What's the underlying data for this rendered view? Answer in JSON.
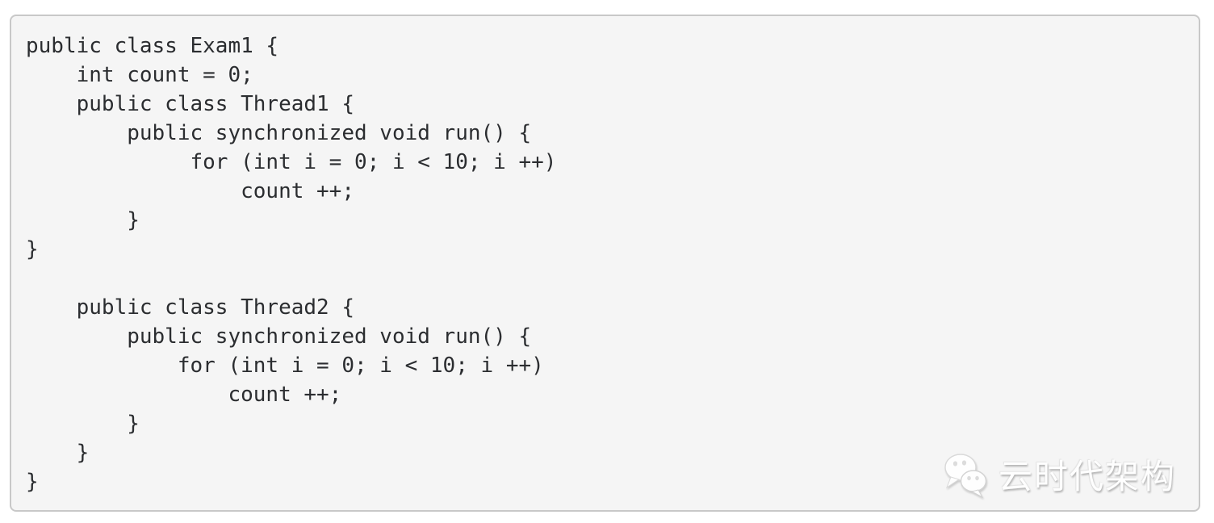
{
  "code": {
    "language": "java",
    "lines": [
      "public class Exam1 {",
      "    int count = 0;",
      "    public class Thread1 {",
      "        public synchronized void run() {",
      "             for (int i = 0; i < 10; i ++)",
      "                 count ++;",
      "        }",
      "}",
      "",
      "    public class Thread2 {",
      "        public synchronized void run() {",
      "            for (int i = 0; i < 10; i ++)",
      "                count ++;",
      "        }",
      "    }",
      "}"
    ]
  },
  "watermark": {
    "text": "云时代架构",
    "icon": "wechat-icon"
  },
  "colors": {
    "page_bg": "#ffffff",
    "box_bg": "#f5f5f5",
    "box_border": "#c8c8c8",
    "code_text": "#2b2d30",
    "watermark_text": "#ffffff"
  }
}
